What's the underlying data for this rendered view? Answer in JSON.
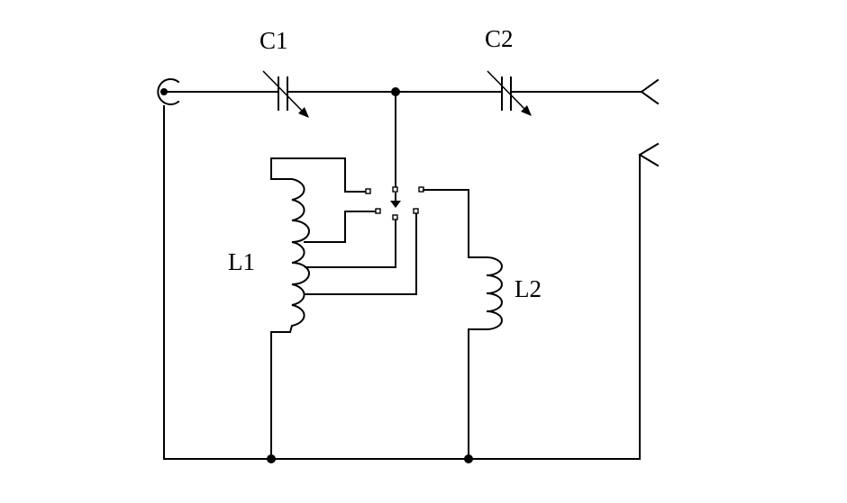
{
  "labels": {
    "c1": "C1",
    "c2": "C2",
    "l1": "L1",
    "l2": "L2"
  },
  "colors": {
    "line": "#000000",
    "background": "#ffffff"
  },
  "components": {
    "connector": "coax-connector-icon",
    "capacitor": "variable-capacitor-icon",
    "inductor": "inductor-coil-icon",
    "switch": "rotary-switch-icon",
    "antenna": "antenna-terminal-icon"
  }
}
